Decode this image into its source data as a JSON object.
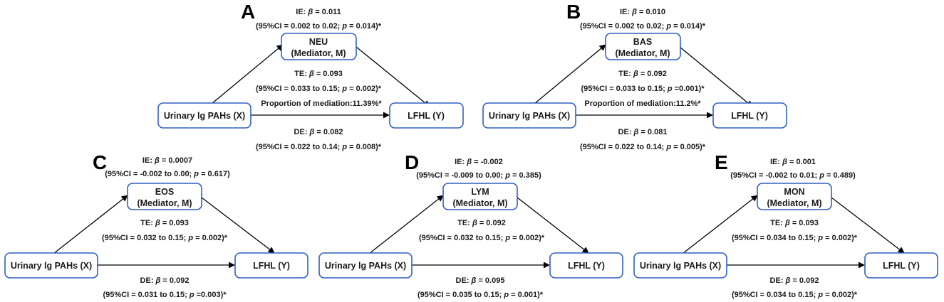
{
  "colors": {
    "box_border": "#2f5fc4",
    "text": "#1a1a1a",
    "arrow": "#000000",
    "background": "#ffffff"
  },
  "panels": [
    {
      "letter": "A",
      "x_label": "Urinary lg PAHs (X)",
      "y_label": "LFHL (Y)",
      "mediator_name": "NEU",
      "mediator_role": "(Mediator, M)",
      "ie": {
        "label": "IE: ",
        "beta_sym": "β",
        "beta_val": " = 0.011",
        "ci_pre": "(95%CI = 0.002 to 0.02; ",
        "p_sym": "p",
        "ci_post": " = 0.014)*"
      },
      "te": {
        "label": "TE: ",
        "beta_sym": "β",
        "beta_val": " = 0.093",
        "ci_pre": "(95%CI = 0.033 to 0.15; ",
        "p_sym": "p",
        "ci_post": " = 0.002)*"
      },
      "proportion": "Proportion of mediation:11.39%*",
      "de": {
        "label": "DE: ",
        "beta_sym": "β",
        "beta_val": " = 0.082",
        "ci_pre": "(95%CI = 0.022 to 0.14; ",
        "p_sym": "p",
        "ci_post": " = 0.008)*"
      }
    },
    {
      "letter": "B",
      "x_label": "Urinary lg PAHs (X)",
      "y_label": "LFHL (Y)",
      "mediator_name": "BAS",
      "mediator_role": "(Mediator, M)",
      "ie": {
        "label": "IE: ",
        "beta_sym": "β",
        "beta_val": " = 0.010",
        "ci_pre": "(95%CI = 0.002 to 0.02; ",
        "p_sym": "p",
        "ci_post": " = 0.014)*"
      },
      "te": {
        "label": "TE: ",
        "beta_sym": "β",
        "beta_val": " = 0.092",
        "ci_pre": "(95%CI = 0.033 to 0.15;  ",
        "p_sym": "p",
        "ci_post": " =0.001)*"
      },
      "proportion": "Proportion of mediation:11.2%*",
      "de": {
        "label": "DE: ",
        "beta_sym": "β",
        "beta_val": " = 0.081",
        "ci_pre": "(95%CI = 0.022 to 0.14; ",
        "p_sym": "p",
        "ci_post": " = 0.005)*"
      }
    },
    {
      "letter": "C",
      "x_label": "Urinary lg PAHs (X)",
      "y_label": "LFHL (Y)",
      "mediator_name": "EOS",
      "mediator_role": "(Mediator, M)",
      "ie": {
        "label": "IE: ",
        "beta_sym": "β",
        "beta_val": " = 0.0007",
        "ci_pre": "(95%CI = -0.002 to 0.00; ",
        "p_sym": "p",
        "ci_post": " = 0.617)"
      },
      "te": {
        "label": "TE: ",
        "beta_sym": "β",
        "beta_val": " = 0.093",
        "ci_pre": "(95%CI = 0.032 to 0.15; ",
        "p_sym": "p",
        "ci_post": " = 0.002)*"
      },
      "de": {
        "label": "DE: ",
        "beta_sym": "β",
        "beta_val": " = 0.092",
        "ci_pre": "(95%CI = 0.031 to 0.15; ",
        "p_sym": "p",
        "ci_post": " =0.003)*"
      }
    },
    {
      "letter": "D",
      "x_label": "Urinary lg PAHs (X)",
      "y_label": "LFHL (Y)",
      "mediator_name": "LYM",
      "mediator_role": "(Mediator, M)",
      "ie": {
        "label": "IE: ",
        "beta_sym": "β",
        "beta_val": " = -0.002",
        "ci_pre": "(95%CI = -0.009 to 0.00; ",
        "p_sym": "p",
        "ci_post": " = 0.385)"
      },
      "te": {
        "label": "TE: ",
        "beta_sym": "β",
        "beta_val": " = 0.092",
        "ci_pre": "(95%CI = 0.032 to 0.15; ",
        "p_sym": "p",
        "ci_post": " = 0.002)*"
      },
      "de": {
        "label": "DE: ",
        "beta_sym": "β",
        "beta_val": " = 0.095",
        "ci_pre": "(95%CI = 0.035 to 0.15; ",
        "p_sym": "p",
        "ci_post": " = 0.001)*"
      }
    },
    {
      "letter": "E",
      "x_label": "Urinary lg PAHs (X)",
      "y_label": "LFHL (Y)",
      "mediator_name": "MON",
      "mediator_role": "(Mediator, M)",
      "ie": {
        "label": "IE: ",
        "beta_sym": "β",
        "beta_val": " = 0.001",
        "ci_pre": "(95%CI = -0.002 to 0.01; ",
        "p_sym": "p",
        "ci_post": " = 0.489)"
      },
      "te": {
        "label": "TE: ",
        "beta_sym": "β",
        "beta_val": " = 0.093",
        "ci_pre": "(95%CI = 0.034 to 0.15; ",
        "p_sym": "p",
        "ci_post": " = 0.002)*"
      },
      "de": {
        "label": "DE: ",
        "beta_sym": "β",
        "beta_val": " = 0.092",
        "ci_pre": "(95%CI = 0.034 to 0.15; ",
        "p_sym": "p",
        "ci_post": " = 0.002)*"
      }
    }
  ]
}
